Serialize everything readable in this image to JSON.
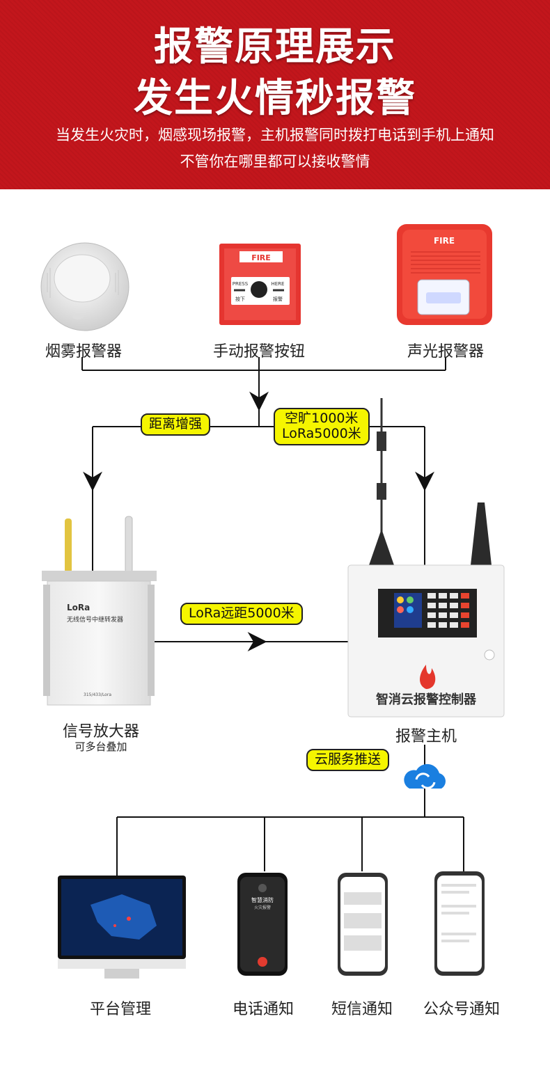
{
  "banner": {
    "title_line1": "报警原理展示",
    "title_line2": "发生火情秒报警",
    "subtitle_line1": "当发生火灾时，烟感现场报警，主机报警同时拨打电话到手机上通知",
    "subtitle_line2": "不管你在哪里都可以接收警情"
  },
  "devices": {
    "smoke": "烟雾报警器",
    "manual": "手动报警按钮",
    "sound_light": "声光报警器",
    "manual_fire": "FIRE",
    "manual_press": "PRESS",
    "manual_here": "HERE",
    "manual_press_cn": "按下",
    "manual_here_cn": "报警",
    "siren_fire": "FIRE"
  },
  "tags": {
    "distance": "距离增强",
    "range_line1": "空旷1000米",
    "range_line2": "LoRa5000米",
    "lora_far": "LoRa远距5000米",
    "cloud": "云服务推送"
  },
  "repeater": {
    "brand": "LoRa",
    "name": "无线信号中继转发器",
    "freq": "315/433/Lora",
    "label": "信号放大器",
    "sublabel": "可多台叠加"
  },
  "host": {
    "panel_name": "智消云报警控制器",
    "label": "报警主机"
  },
  "endpoints": {
    "platform": "平台管理",
    "phone": "电话通知",
    "sms": "短信通知",
    "wechat": "公众号通知",
    "call_name": "智慧消防",
    "call_sub": "火灾报警"
  },
  "colors": {
    "banner_red": "#c3161c",
    "tag_yellow": "#f5f500",
    "device_red": "#e53530"
  }
}
